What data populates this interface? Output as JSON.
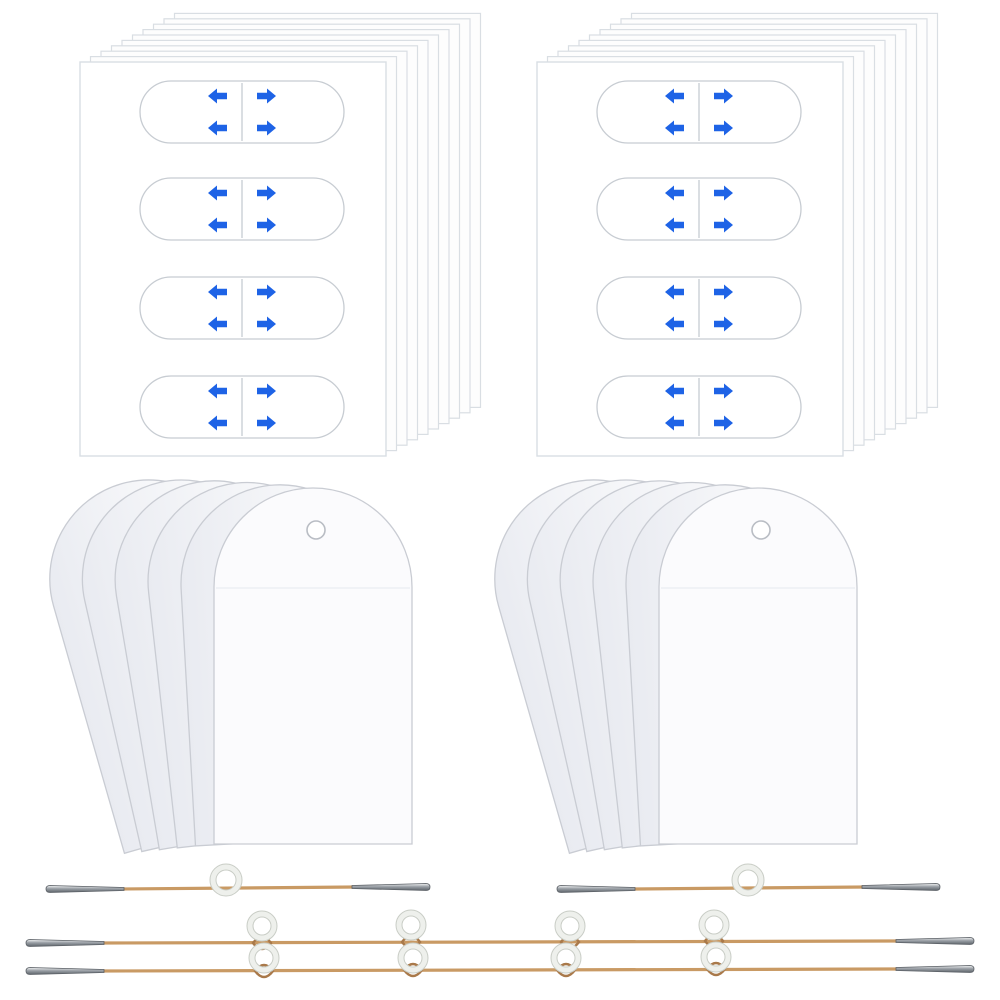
{
  "colors": {
    "background": "#ffffff",
    "sheet_fill": "#fdfdfd",
    "sheet_edge": "#d9dee3",
    "strip_fill": "#ffffff",
    "strip_edge": "#c7ccd2",
    "arrow": "#1e63e6",
    "tag_fill": "#fbfbfd",
    "tag_edge": "#c9ccd3",
    "cord": "#c99a64",
    "cord_dark": "#a9794a",
    "clip": "#8d9299",
    "clip_light": "#eef0f2",
    "ring": "#eef0ec",
    "ring_edge": "#c9cdc6"
  },
  "icons": {
    "arrow_left": "arrow-left-icon",
    "arrow_right": "arrow-right-icon"
  },
  "groups": [
    {
      "name": "adhesive-sheet-stack",
      "count": 2,
      "layers_per_stack": 10,
      "strips_per_sheet": 4
    },
    {
      "name": "blank-tag-stack",
      "count": 2,
      "tags_per_stack": 6
    },
    {
      "name": "elastic-cord",
      "count": 4
    }
  ]
}
